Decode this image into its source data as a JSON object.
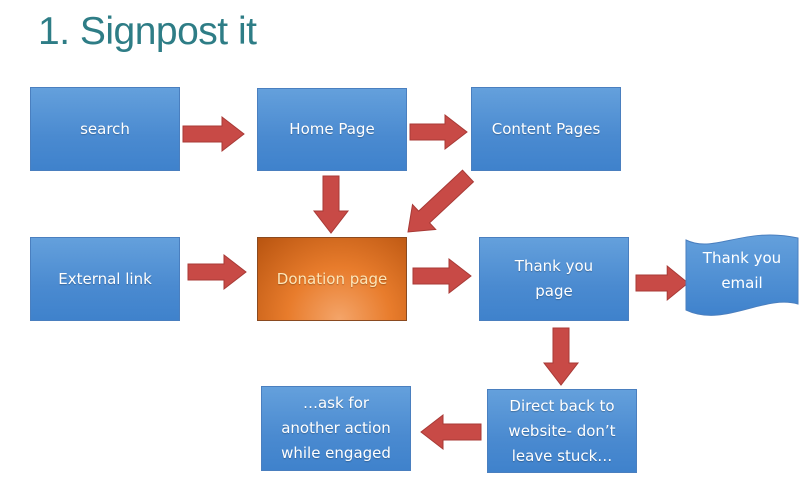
{
  "title": "1. Signpost it",
  "nodes": {
    "search": "search",
    "home": "Home Page",
    "content": "Content Pages",
    "external": "External link",
    "donation": "Donation page",
    "thankyou_page": "Thank you page",
    "thankyou_email": "Thank you email",
    "direct_back": "Direct back to website- don’t leave stuck…",
    "ask": "…ask for another action while engaged"
  },
  "colors": {
    "box": "#4a8ad0",
    "highlight": "#e87c2c",
    "arrow": "#c84a46",
    "title": "#2e7d86"
  }
}
